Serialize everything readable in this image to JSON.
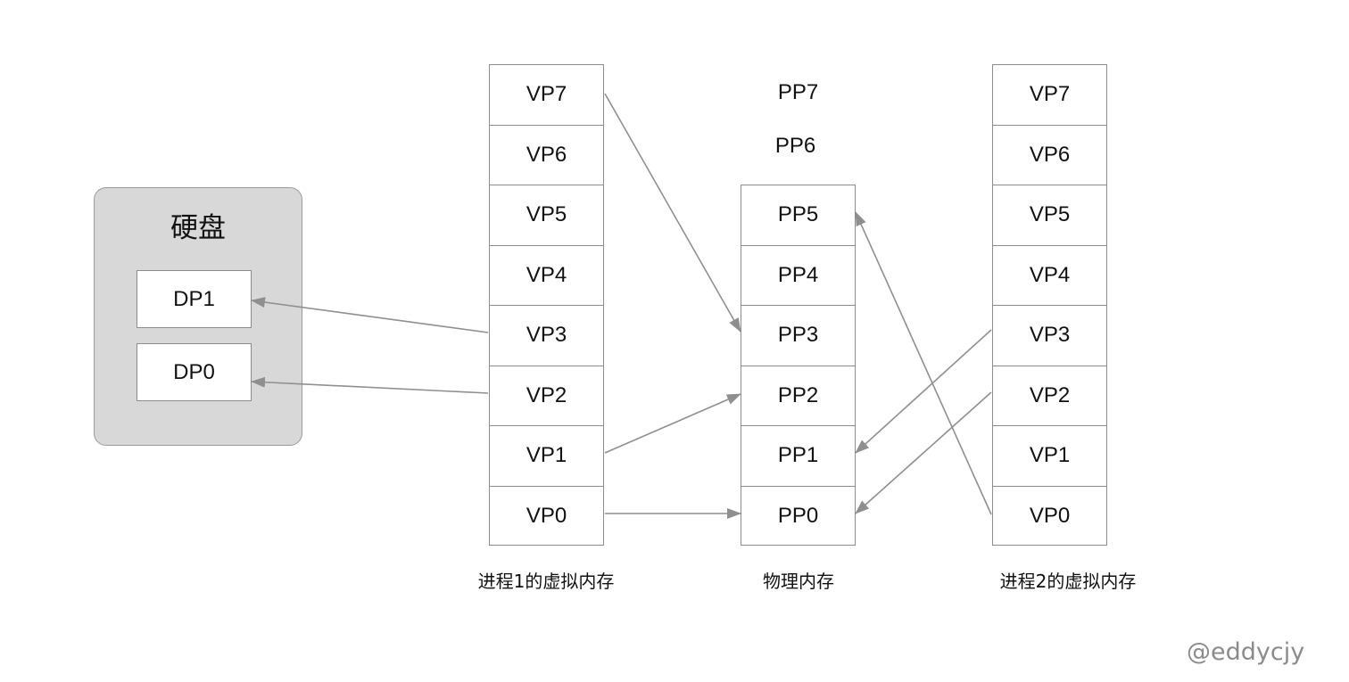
{
  "disk": {
    "title": "硬盘",
    "pages": [
      "DP1",
      "DP0"
    ]
  },
  "process1": {
    "pages": [
      "VP7",
      "VP6",
      "VP5",
      "VP4",
      "VP3",
      "VP2",
      "VP1",
      "VP0"
    ],
    "caption": "进程1的虚拟内存"
  },
  "physical": {
    "unmapped_pages": [
      "PP7",
      "PP6"
    ],
    "pages": [
      "PP5",
      "PP4",
      "PP3",
      "PP2",
      "PP1",
      "PP0"
    ],
    "caption": "物理内存"
  },
  "process2": {
    "pages": [
      "VP7",
      "VP6",
      "VP5",
      "VP4",
      "VP3",
      "VP2",
      "VP1",
      "VP0"
    ],
    "caption": "进程2的虚拟内存"
  },
  "watermark": "@eddycjy",
  "mappings": [
    {
      "from": "process1.VP7",
      "to": "physical.PP3"
    },
    {
      "from": "process1.VP3",
      "to": "disk.DP1"
    },
    {
      "from": "process1.VP2",
      "to": "disk.DP0"
    },
    {
      "from": "process1.VP1",
      "to": "physical.PP2"
    },
    {
      "from": "process1.VP0",
      "to": "physical.PP0"
    },
    {
      "from": "process2.VP3",
      "to": "physical.PP1"
    },
    {
      "from": "process2.VP2",
      "to": "physical.PP0"
    },
    {
      "from": "process2.VP0",
      "to": "physical.PP5"
    }
  ],
  "colors": {
    "arrow": "#8f8f8f",
    "disk_fill": "#d8d8d8",
    "cell_border": "#8c8c8c"
  }
}
